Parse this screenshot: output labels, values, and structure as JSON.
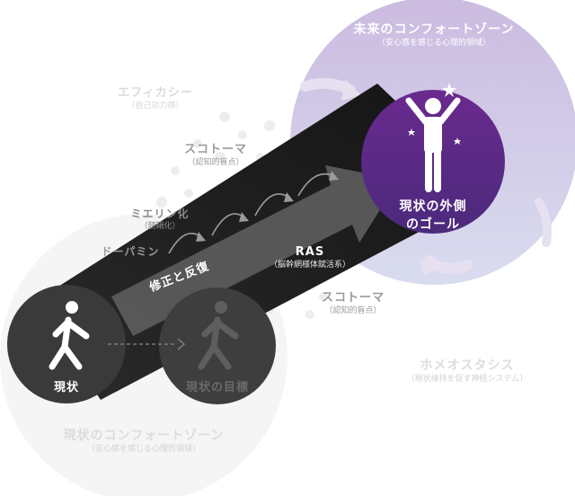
{
  "future_zone": {
    "title": "未来のコンフォートゾーン",
    "subtitle": "（安心感を感じる心理的領域）"
  },
  "current_zone": {
    "title": "現状のコンフォートゾーン",
    "subtitle": "（安心感を感じる心理的領域）"
  },
  "goal": {
    "line1": "現状の外側",
    "line2": "のゴール"
  },
  "current_node": {
    "label": "現状"
  },
  "current_goal_node": {
    "label": "現状の目標"
  },
  "main_arrow": {
    "label": "修正と反復"
  },
  "ras": {
    "title": "RAS",
    "subtitle": "（脳幹網様体賦活系）"
  },
  "efficacy": {
    "title": "エフィカシー",
    "subtitle": "（自己効力感）"
  },
  "scotoma_top": {
    "title": "スコトーマ",
    "subtitle": "（認知的盲点）"
  },
  "scotoma_bottom": {
    "title": "スコトーマ",
    "subtitle": "（認知的盲点）"
  },
  "myelin": {
    "title": "ミエリン化",
    "subtitle": "（髄鞘化）"
  },
  "dopamine": {
    "title": "ドーパミン"
  },
  "homeostasis": {
    "title": "ホメオスタシス",
    "subtitle": "（現状維持を促す神経システム）"
  },
  "colors": {
    "goal_purple": "#62278a",
    "node_dark": "#3a3a3a",
    "beam_dark": "#1c1c1c",
    "arrow_gray": "#5a5a5a",
    "zone_lavender": "#c9bde3",
    "faint_text": "#dcdcdc"
  }
}
